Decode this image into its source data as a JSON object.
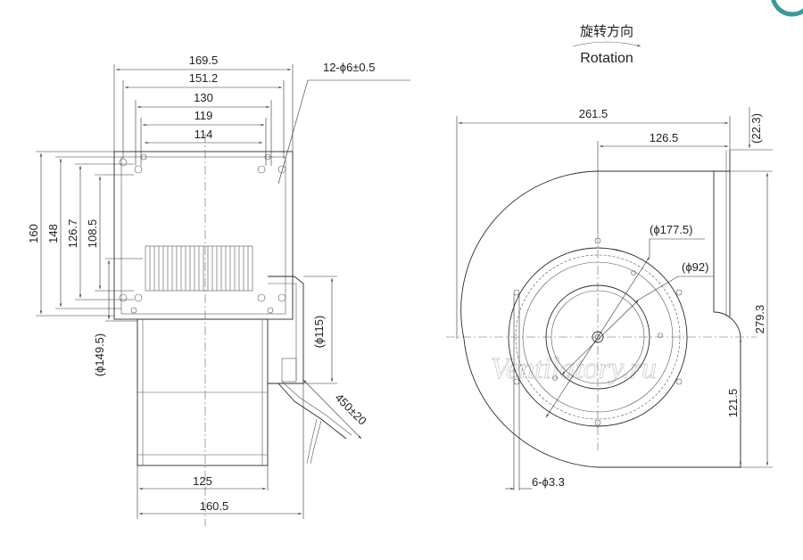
{
  "labels": {
    "rotation_cn": "旋转方向",
    "rotation_en": "Rotation",
    "holes_top": "12-ϕ6±0.5",
    "holes_bottom": "6-ϕ3.3",
    "watermark": "Ventilatory.ru"
  },
  "side_view": {
    "widths": [
      "169.5",
      "151.2",
      "130",
      "119",
      "114"
    ],
    "heights": [
      "160",
      "148",
      "126.7",
      "108.5"
    ],
    "diam_149_5": "(ϕ149.5)",
    "diam_115": "(ϕ115)",
    "cable": "450±20",
    "bottom_widths": [
      "125",
      "160.5"
    ]
  },
  "front_view": {
    "width_total": "261.5",
    "width_part": "126.5",
    "offset": "(22.3)",
    "height_total": "279.3",
    "height_part": "121.5",
    "diam_outer": "(ϕ177.5)",
    "diam_inner": "(ϕ92)"
  },
  "colors": {
    "accent_corner": "#3a9a9a"
  }
}
